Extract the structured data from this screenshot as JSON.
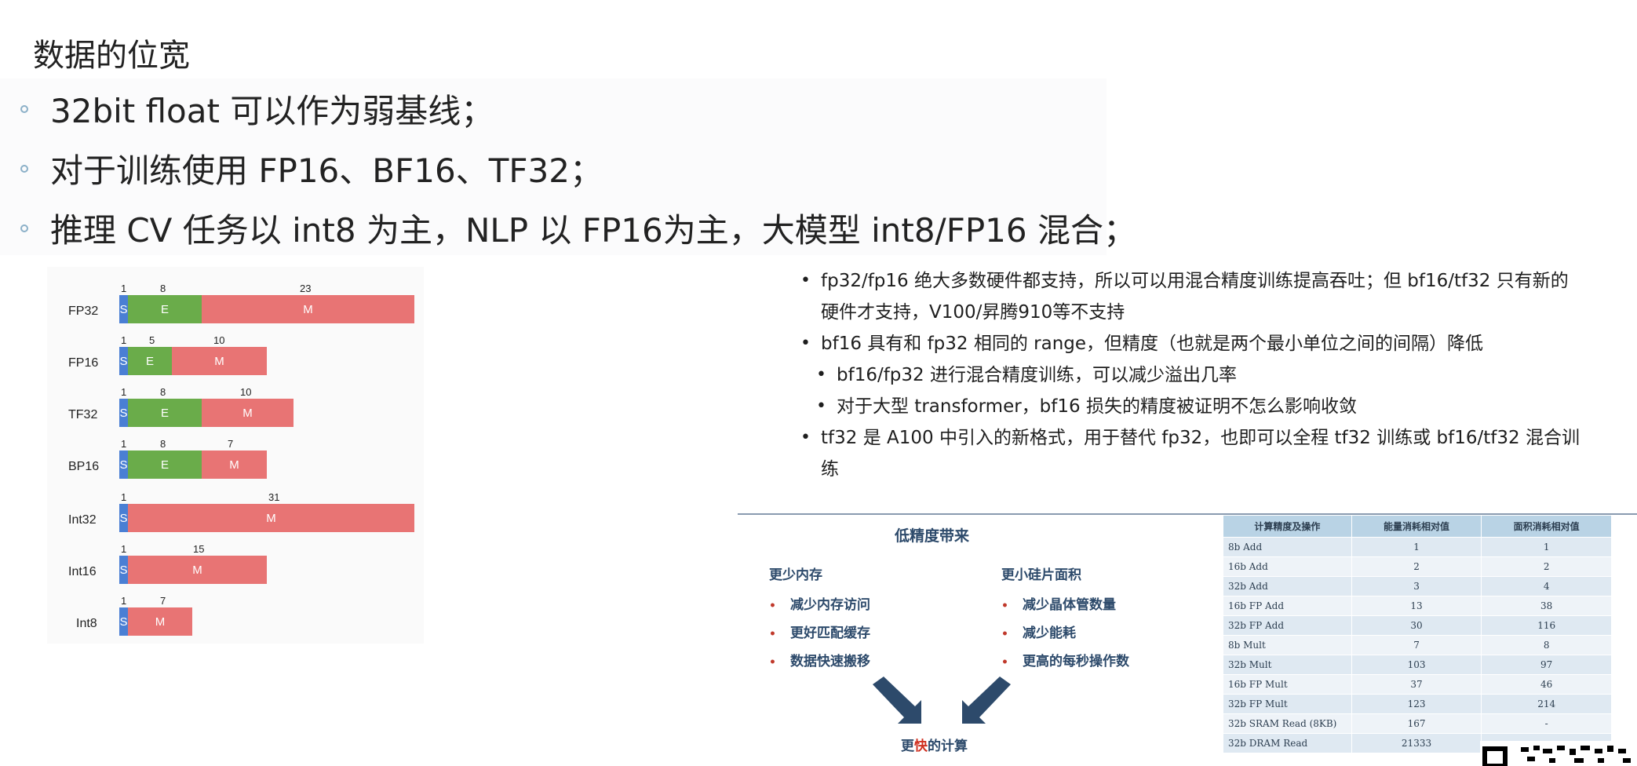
{
  "page_title": "数据的位宽",
  "bullets": [
    "32bit float 可以作为弱基线；",
    "对于训练使用 FP16、BF16、TF32；",
    "推理 CV 任务以 int8 为主，NLP 以 FP16为主，大模型 int8/FP16 混合；"
  ],
  "bit_formats": [
    {
      "label": "FP32",
      "nums": [
        "1",
        "8",
        "23"
      ],
      "s": "S",
      "e": "E",
      "m": "M"
    },
    {
      "label": "FP16",
      "nums": [
        "1",
        "5",
        "10"
      ],
      "s": "S",
      "e": "E",
      "m": "M"
    },
    {
      "label": "TF32",
      "nums": [
        "1",
        "8",
        "10"
      ],
      "s": "S",
      "e": "E",
      "m": "M"
    },
    {
      "label": "BP16",
      "nums": [
        "1",
        "8",
        "7"
      ],
      "s": "S",
      "e": "E",
      "m": "M"
    },
    {
      "label": "Int32",
      "nums": [
        "1",
        "31"
      ],
      "s": "S",
      "m": "M"
    },
    {
      "label": "Int16",
      "nums": [
        "1",
        "15"
      ],
      "s": "S",
      "m": "M"
    },
    {
      "label": "Int8",
      "nums": [
        "1",
        "7"
      ],
      "s": "S",
      "m": "M"
    }
  ],
  "colors": {
    "sign": "#4a7fd4",
    "exponent": "#6aac4a",
    "mantissa": "#e87474",
    "panel_text": "#2d4a6b",
    "accent_red": "#d03020"
  },
  "notes": [
    {
      "text": "fp32/fp16 绝大多数硬件都支持，所以可以用混合精度训练提高吞吐；但 bf16/tf32 只有新的",
      "level": 1
    },
    {
      "text": "硬件才支持，V100/昇腾910等不支持",
      "level": 0
    },
    {
      "text": "bf16 具有和 fp32 相同的 range，但精度（也就是两个最小单位之间的间隔）降低",
      "level": 1
    },
    {
      "text": "bf16/fp32 进行混合精度训练，可以减少溢出几率",
      "level": 2
    },
    {
      "text": "对于大型 transformer，bf16 损失的精度被证明不怎么影响收敛",
      "level": 2
    },
    {
      "text": "tf32 是 A100 中引入的新格式，用于替代 fp32，也即可以全程 tf32 训练或 bf16/tf32 混合训",
      "level": 1
    },
    {
      "text": "练",
      "level": 0
    }
  ],
  "low_precision": {
    "title": "低精度带来",
    "left_head": "更少内存",
    "left_items": [
      "减少内存访问",
      "更好匹配缓存",
      "数据快速搬移"
    ],
    "right_head": "更小硅片面积",
    "right_items": [
      "减少晶体管数量",
      "减少能耗",
      "更高的每秒操作数"
    ],
    "result_pre": "更",
    "result_fast": "快",
    "result_post": "的计算"
  },
  "energy_table": {
    "headers": [
      "计算精度及操作",
      "能量消耗相对值",
      "面积消耗相对值"
    ],
    "rows": [
      [
        "8b Add",
        "1",
        "1"
      ],
      [
        "16b Add",
        "2",
        "2"
      ],
      [
        "32b Add",
        "3",
        "4"
      ],
      [
        "16b FP Add",
        "13",
        "38"
      ],
      [
        "32b FP Add",
        "30",
        "116"
      ],
      [
        "8b Mult",
        "7",
        "8"
      ],
      [
        "32b Mult",
        "103",
        "97"
      ],
      [
        "16b FP Mult",
        "37",
        "46"
      ],
      [
        "32b FP Mult",
        "123",
        "214"
      ],
      [
        "32b SRAM Read (8KB)",
        "167",
        "-"
      ],
      [
        "32b DRAM Read",
        "21333",
        ""
      ]
    ]
  }
}
